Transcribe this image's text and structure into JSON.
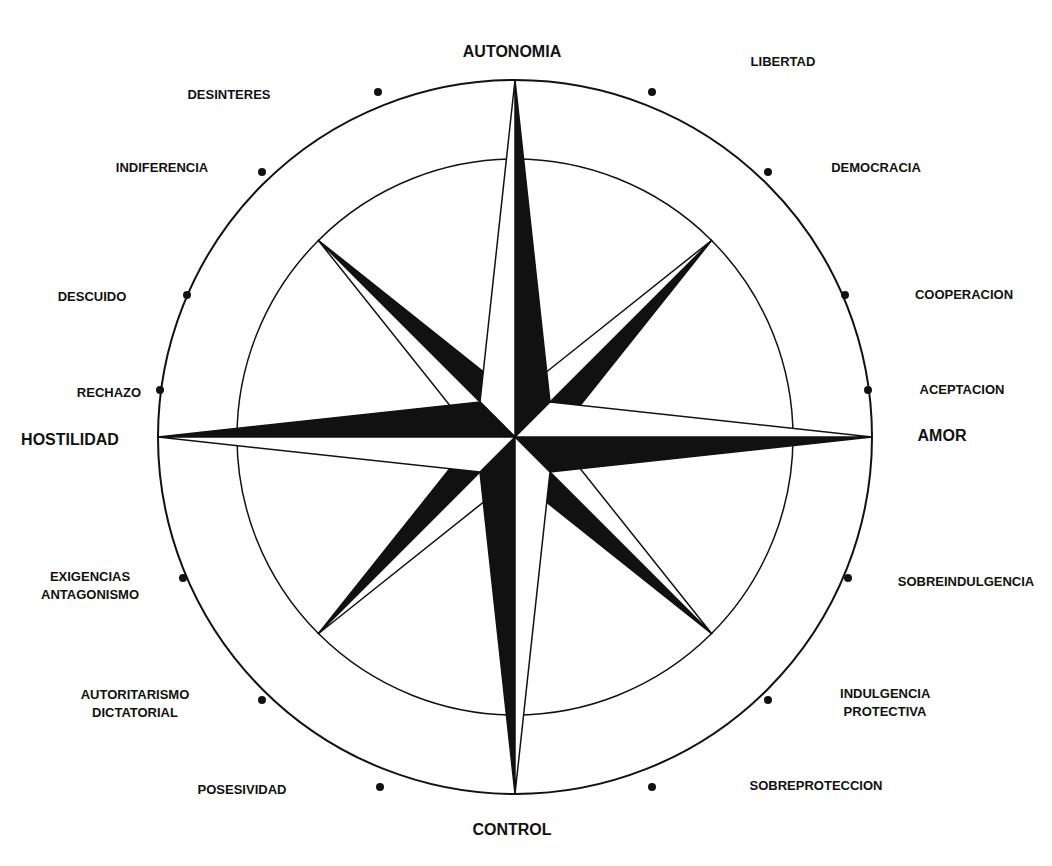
{
  "diagram": {
    "labels": [
      "AUTONOMIA",
      "LIBERTAD",
      "DEMOCRACIA",
      "COOPERACION",
      "ACEPTACION",
      "AMOR",
      "SOBREINDULGENCIA",
      "INDULGENCIA PROTECTIVA",
      "SOBREPROTECCION",
      "CONTROL",
      "POSESIVIDAD",
      "AUTORITARISMO DICTATORIAL",
      "EXIGENCIAS ANTAGONISMO",
      "HOSTILIDAD",
      "RECHAZO",
      "DESCUIDO",
      "INDIFERENCIA",
      "DESINTERES"
    ]
  }
}
